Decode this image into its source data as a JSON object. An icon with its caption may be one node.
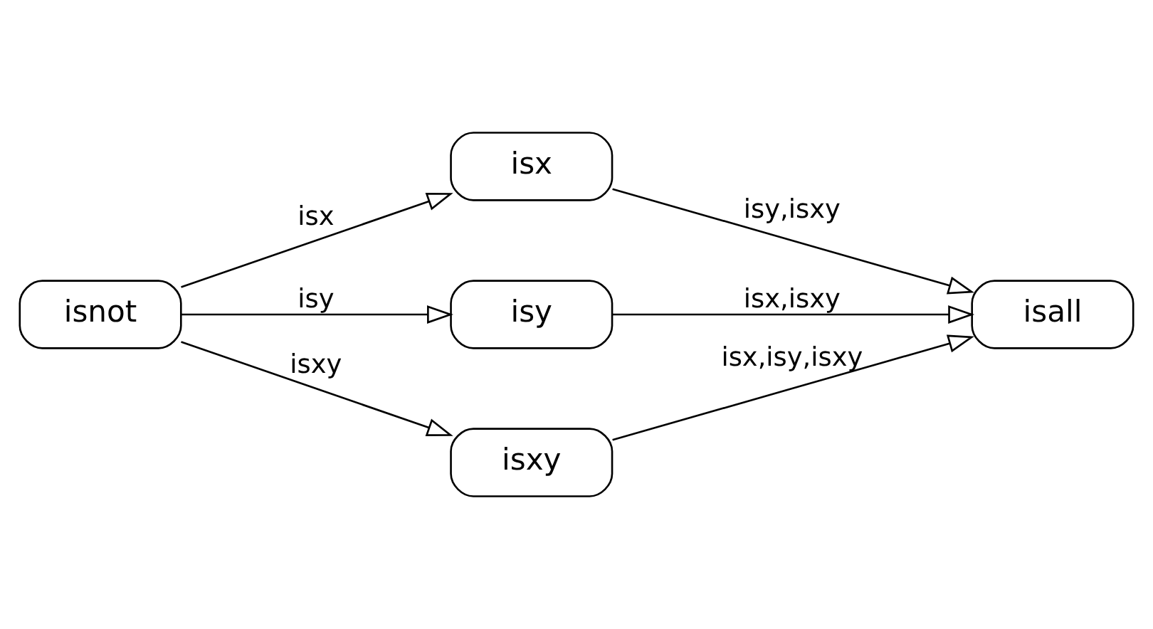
{
  "diagram": {
    "nodes": [
      {
        "text": [
          "isnot"
        ]
      },
      {
        "text": [
          "isx"
        ]
      },
      {
        "text": [
          "isy"
        ]
      },
      {
        "text": [
          "isxy"
        ]
      },
      {
        "text": [
          "isall"
        ]
      }
    ],
    "edges": [
      {
        "from": 0,
        "to": 1,
        "arrow": "to",
        "label": "isx"
      },
      {
        "from": 0,
        "to": 2,
        "arrow": "to",
        "label": "isy"
      },
      {
        "from": 0,
        "to": 3,
        "arrow": "to",
        "label": "isxy"
      },
      {
        "from": 1,
        "to": 4,
        "arrow": "to",
        "label": "isy,isxy"
      },
      {
        "from": 2,
        "to": 4,
        "arrow": "to",
        "label": "isx,isxy"
      },
      {
        "from": 3,
        "to": 4,
        "arrow": "to",
        "label": "isx,isy,isxy"
      }
    ]
  }
}
